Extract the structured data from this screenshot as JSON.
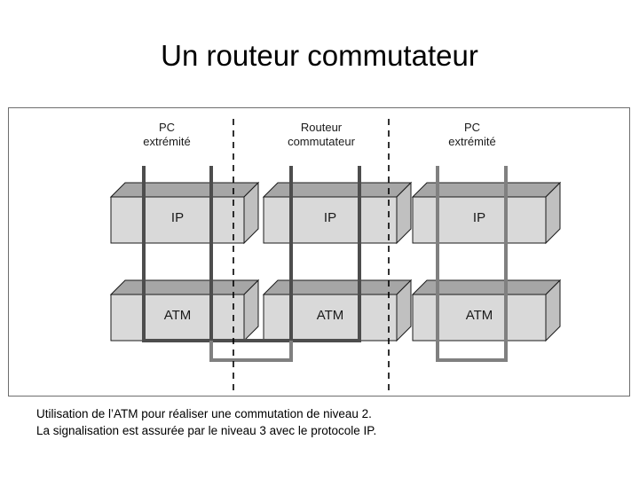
{
  "slide": {
    "title": "Un routeur commutateur",
    "background_color": "#ffffff",
    "title_color": "#000000"
  },
  "figure": {
    "frame_border_color": "#6e6e6e",
    "columns": [
      {
        "name": "pc-left",
        "line1": "PC",
        "line2": "extrémité"
      },
      {
        "name": "router",
        "line1": "Routeur",
        "line2": "commutateur"
      },
      {
        "name": "pc-right",
        "line1": "PC",
        "line2": "extrémité"
      }
    ],
    "boxes": [
      {
        "column": "pc-left",
        "layer": "ip",
        "label": "IP"
      },
      {
        "column": "router",
        "layer": "ip",
        "label": "IP"
      },
      {
        "column": "pc-right",
        "layer": "ip",
        "label": "IP"
      },
      {
        "column": "pc-left",
        "layer": "atm",
        "label": "ATM"
      },
      {
        "column": "router",
        "layer": "atm",
        "label": "ATM"
      },
      {
        "column": "pc-right",
        "layer": "atm",
        "label": "ATM"
      }
    ],
    "box_colors": {
      "front_face": "#d9d9d9",
      "top_face": "#a6a6a6",
      "side_face": "#c0c0c0",
      "outline": "#1a1a1a",
      "text": "#1a1a1a"
    },
    "connections": [
      {
        "name": "link-left",
        "color": "#4d4d4d",
        "width": 4,
        "description": "PC extrémité gauche vers routeur commutateur"
      },
      {
        "name": "link-right",
        "color": "#808080",
        "width": 4,
        "description": "Routeur commutateur vers PC extrémité droite"
      }
    ],
    "separators": [
      {
        "name": "separator-left",
        "color": "#000000",
        "style": "dashed"
      },
      {
        "name": "separator-right",
        "color": "#000000",
        "style": "dashed"
      }
    ]
  },
  "caption": {
    "line1": "Utilisation de l’ATM pour réaliser une commutation de niveau 2.",
    "line2": "La signalisation est assurée par le niveau 3 avec le protocole IP."
  }
}
